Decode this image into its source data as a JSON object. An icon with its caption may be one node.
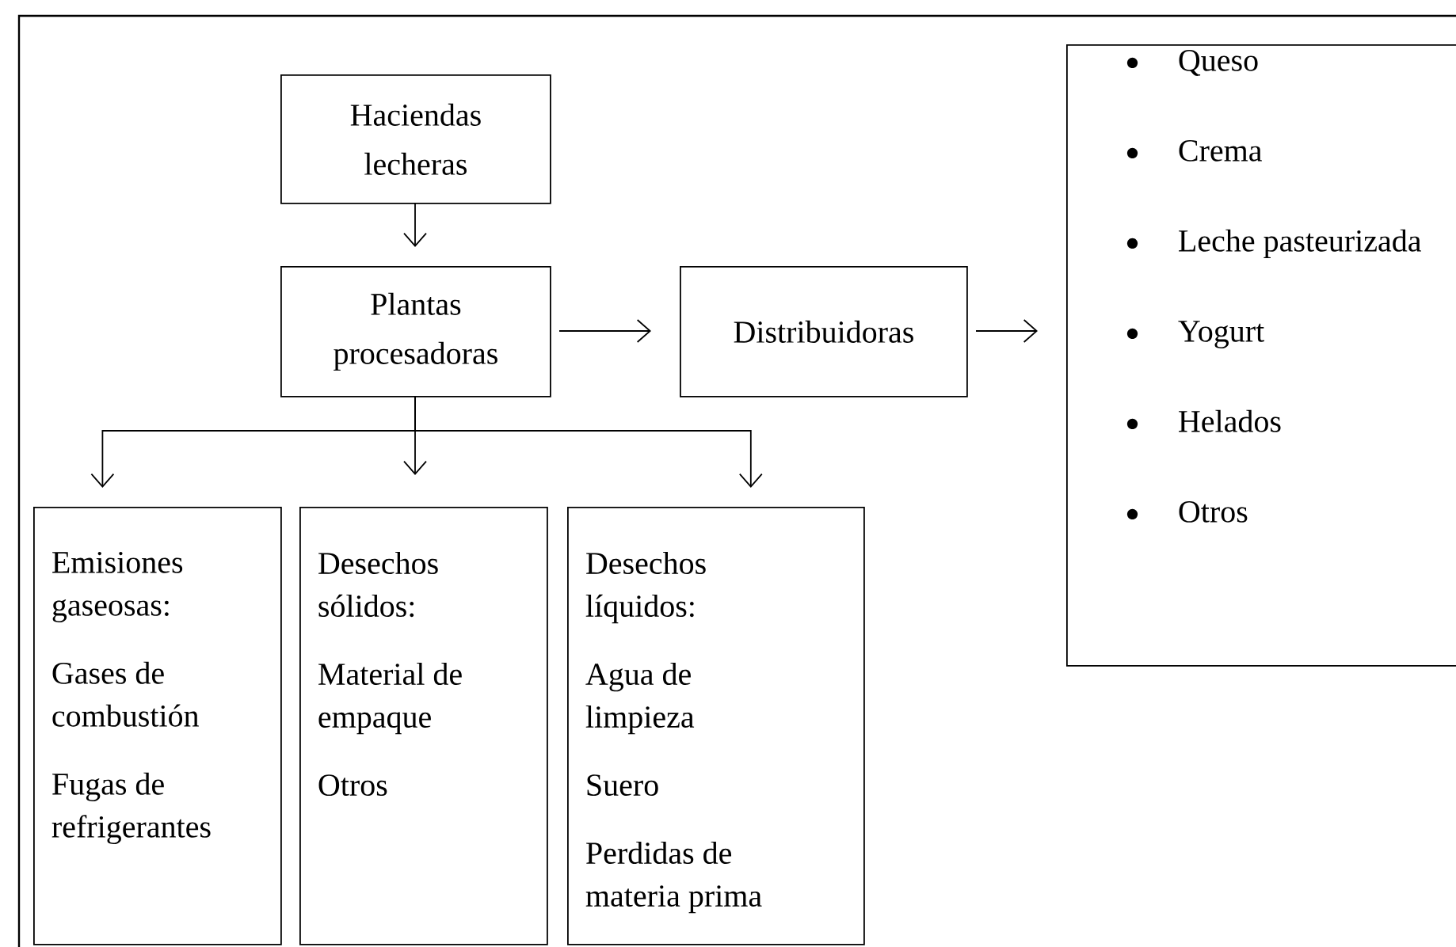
{
  "diagram": {
    "nodes": [
      {
        "text": [
          "Haciendas lecheras"
        ]
      },
      {
        "text": [
          "Plantas procesadoras"
        ]
      },
      {
        "text": [
          "Distribuidoras"
        ]
      },
      {
        "text": [
          "Queso",
          "Crema",
          "Leche pasteurizada",
          "Yogurt",
          "Helados",
          "Otros"
        ]
      },
      {
        "text": [
          "Emisiones gaseosas:",
          "Gases de combustión",
          "Fugas de refrigerantes"
        ]
      },
      {
        "text": [
          "Desechos sólidos:",
          "Material de empaque",
          "Otros"
        ]
      },
      {
        "text": [
          "Desechos líquidos:",
          "Agua de limpieza",
          "Suero",
          "Perdidas de materia prima"
        ]
      }
    ],
    "edges": [
      {
        "from": 0,
        "to": 1,
        "arrow": "to"
      },
      {
        "from": 1,
        "to": 2,
        "arrow": "to"
      },
      {
        "from": 2,
        "to": 3,
        "arrow": "to"
      },
      {
        "from": 1,
        "to": 4,
        "arrow": "to"
      },
      {
        "from": 1,
        "to": 5,
        "arrow": "to"
      },
      {
        "from": 1,
        "to": 6,
        "arrow": "to"
      }
    ]
  }
}
